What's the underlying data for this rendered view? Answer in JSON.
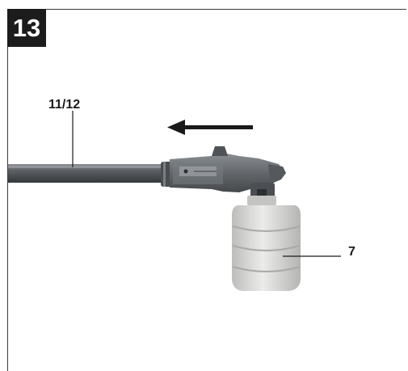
{
  "figure": {
    "number": "13",
    "callouts": [
      {
        "id": "wand",
        "text": "11/12"
      },
      {
        "id": "detergent-bottle",
        "text": "7"
      }
    ],
    "arrow_direction": "left"
  },
  "colors": {
    "badge_bg": "#1c1c1c",
    "wand": "#5b5f63",
    "nozzle_body": "#6b6f73",
    "bottle": "#d8d8d6"
  }
}
